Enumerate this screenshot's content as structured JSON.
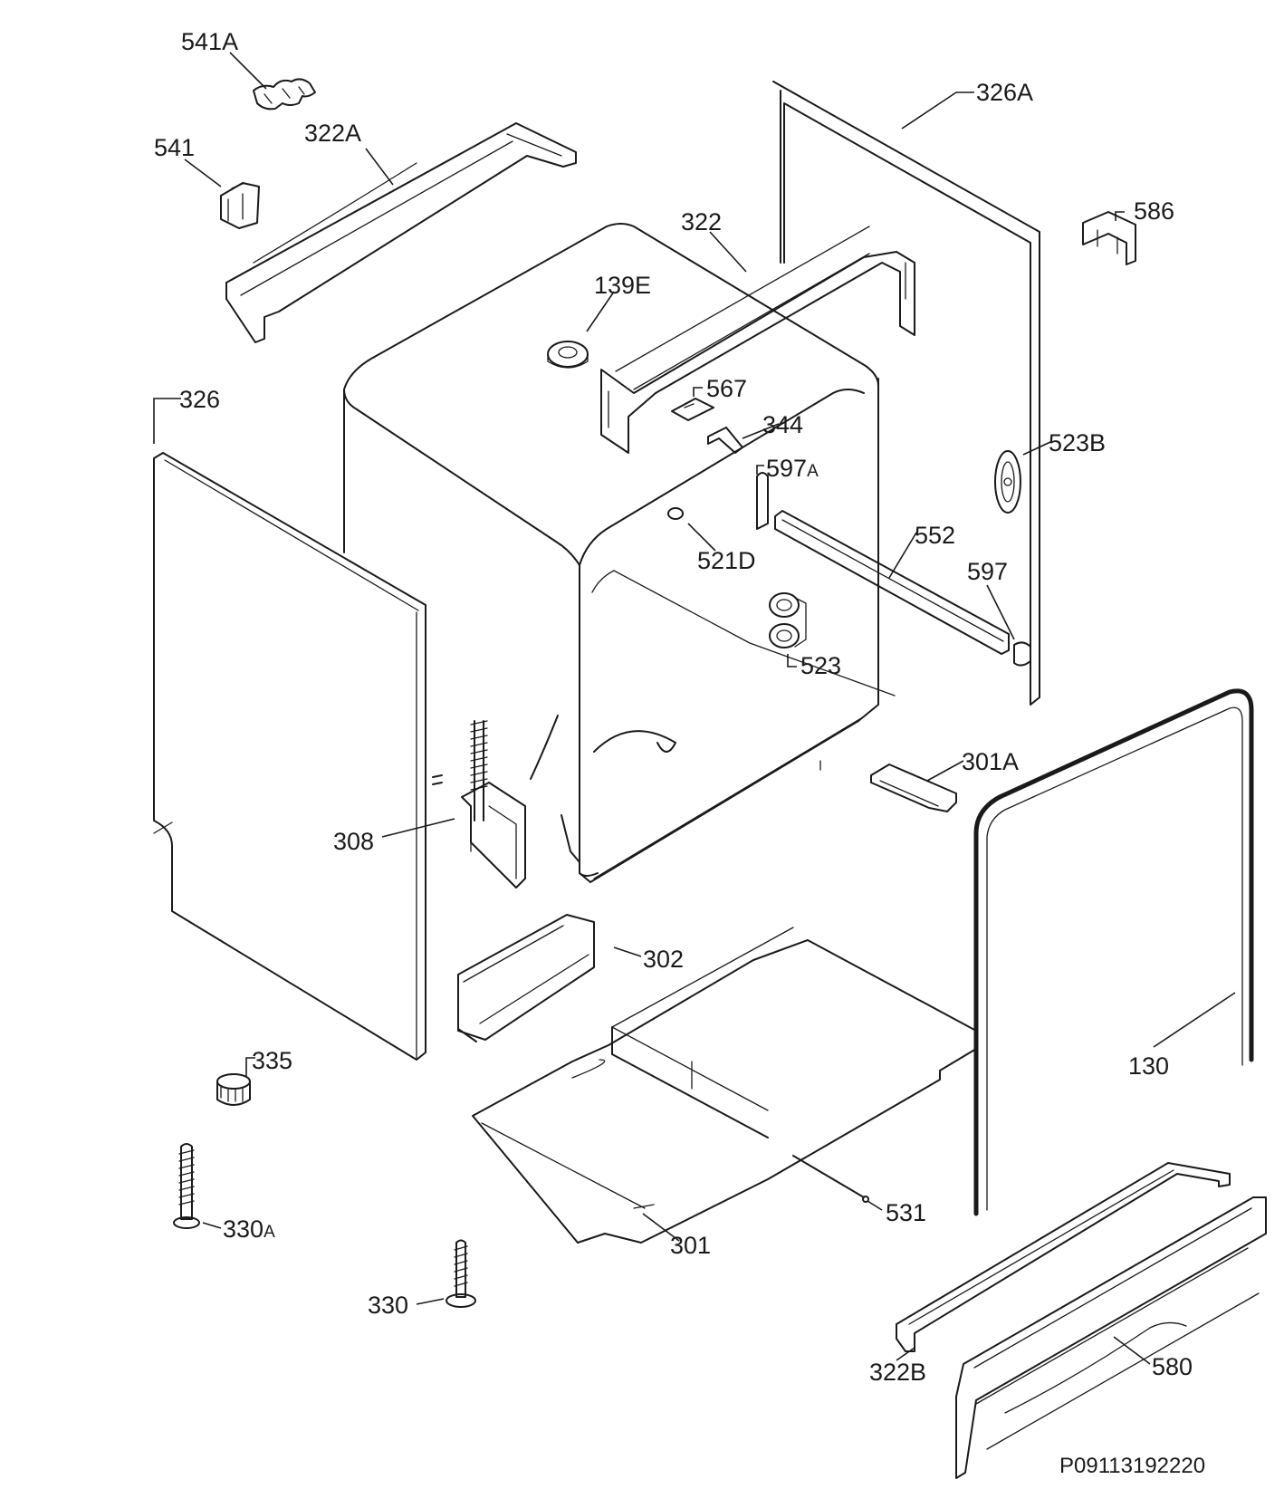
{
  "drawing_ref": "P09113192220",
  "parts": [
    {
      "id": "p541A",
      "main": "541",
      "suffix": "A"
    },
    {
      "id": "p541",
      "main": "541",
      "suffix": ""
    },
    {
      "id": "p322A",
      "main": "322A",
      "suffix": ""
    },
    {
      "id": "p326A",
      "main": "326A",
      "suffix": ""
    },
    {
      "id": "p586",
      "main": "586",
      "suffix": ""
    },
    {
      "id": "p322",
      "main": "322",
      "suffix": ""
    },
    {
      "id": "p139E",
      "main": "139E",
      "suffix": ""
    },
    {
      "id": "p326",
      "main": "326",
      "suffix": ""
    },
    {
      "id": "p567",
      "main": "567",
      "suffix": ""
    },
    {
      "id": "p344",
      "main": "344",
      "suffix": ""
    },
    {
      "id": "p523B",
      "main": "523B",
      "suffix": ""
    },
    {
      "id": "p597A",
      "main": "597",
      "suffix": "A"
    },
    {
      "id": "p552",
      "main": "552",
      "suffix": ""
    },
    {
      "id": "p521D",
      "main": "521D",
      "suffix": ""
    },
    {
      "id": "p597",
      "main": "597",
      "suffix": ""
    },
    {
      "id": "p523",
      "main": "523",
      "suffix": ""
    },
    {
      "id": "p301A",
      "main": "301A",
      "suffix": ""
    },
    {
      "id": "p308",
      "main": "308",
      "suffix": ""
    },
    {
      "id": "p302",
      "main": "302",
      "suffix": ""
    },
    {
      "id": "p130",
      "main": "130",
      "suffix": ""
    },
    {
      "id": "p335",
      "main": "335",
      "suffix": ""
    },
    {
      "id": "p330A",
      "main": "330",
      "suffix": "A"
    },
    {
      "id": "p531",
      "main": "531",
      "suffix": ""
    },
    {
      "id": "p301",
      "main": "301",
      "suffix": ""
    },
    {
      "id": "p330",
      "main": "330",
      "suffix": ""
    },
    {
      "id": "p322B",
      "main": "322B",
      "suffix": ""
    },
    {
      "id": "p580",
      "main": "580",
      "suffix": ""
    }
  ]
}
